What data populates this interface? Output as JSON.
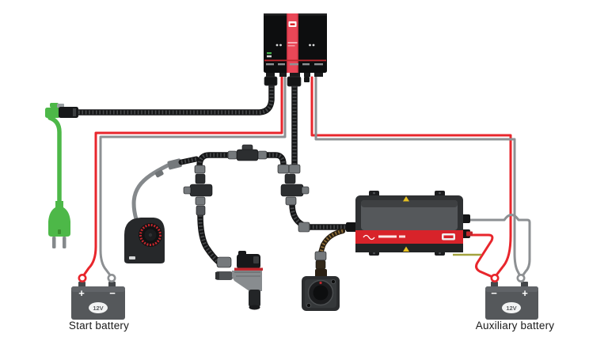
{
  "labels": {
    "start_battery": "Start battery",
    "auxiliary_battery": "Auxiliary battery"
  },
  "batteries": {
    "start": {
      "voltage": "12V",
      "left_terminal": "+",
      "right_terminal": "−"
    },
    "auxiliary": {
      "voltage": "12V",
      "left_terminal": "−",
      "right_terminal": "+"
    }
  },
  "components": [
    "control-unit",
    "ac-mains-plug-green",
    "corrugated-harness-cable",
    "t-connector",
    "cabin-heater-fan",
    "engine-heater-element",
    "plugin-socket-outlet",
    "charger-inverter-unit",
    "start-battery-12v",
    "auxiliary-battery-12v"
  ],
  "colors": {
    "background": "#ffffff",
    "positive_wire_red": "#e8262c",
    "negative_wire_gray": "#8d9093",
    "ac_cable_green": "#4db848",
    "brand_red": "#d8232a",
    "corrugated_cable_black": "#1a1b1c",
    "socket_cable_brown": "#96743a",
    "warning_yellow": "#e8c222",
    "battery_gray": "#55585b"
  }
}
